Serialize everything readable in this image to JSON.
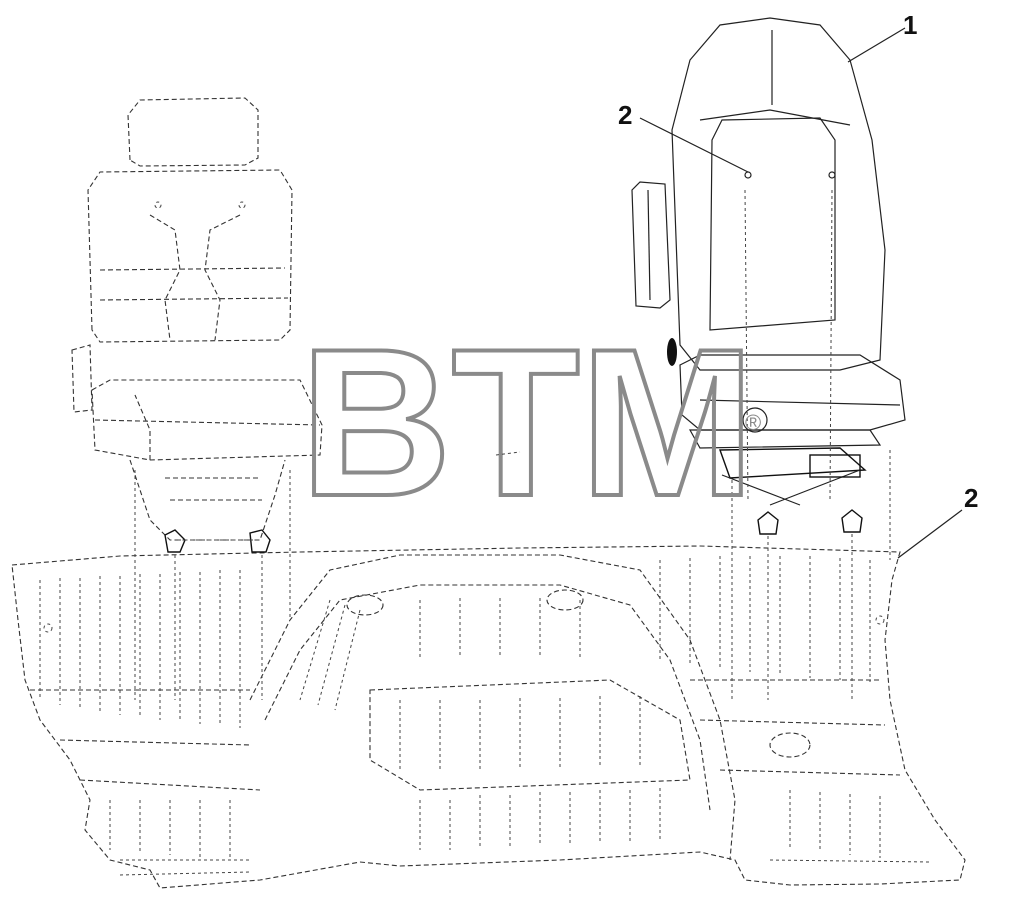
{
  "callouts": {
    "seat_main": "1",
    "mount_upper": "2",
    "mount_floor": "2"
  },
  "watermark": {
    "text": "BTM",
    "mark": "®",
    "color": "#8a8a8a"
  },
  "colors": {
    "line": "#222222",
    "background": "#ffffff"
  }
}
